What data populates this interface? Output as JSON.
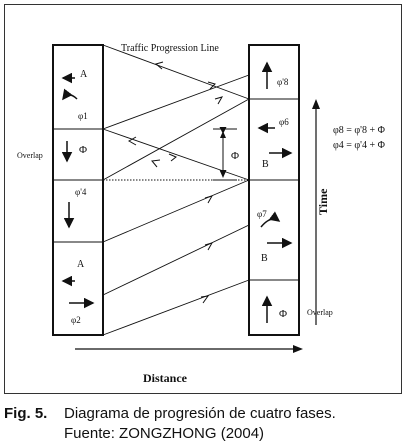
{
  "diagram": {
    "title": "Traffic Progression Line",
    "time_label": "Time",
    "distance_label": "Distance",
    "overlap_left": "Overlap",
    "overlap_right": "Overlap",
    "left_column": {
      "label_A_top": "A",
      "phi1": "φ1",
      "Phi_mid": "Φ",
      "phi4p": "φ'4",
      "label_A_bot": "A",
      "phi2": "φ2"
    },
    "right_column": {
      "phi8p": "φ'8",
      "phi6": "φ6",
      "label_B_top": "B",
      "phi7": "φ7",
      "label_B_bot": "B",
      "Phi_bot": "Φ"
    },
    "delta_label": "Φ",
    "equation1": "φ8 = φ'8 + Φ",
    "equation2": "φ4 = φ'4 + Φ"
  },
  "caption": {
    "fig_num": "Fig. 5.",
    "line1": "Diagrama de progresión de cuatro fases.",
    "line2": "Fuente: ZONGZHONG (2004)"
  }
}
